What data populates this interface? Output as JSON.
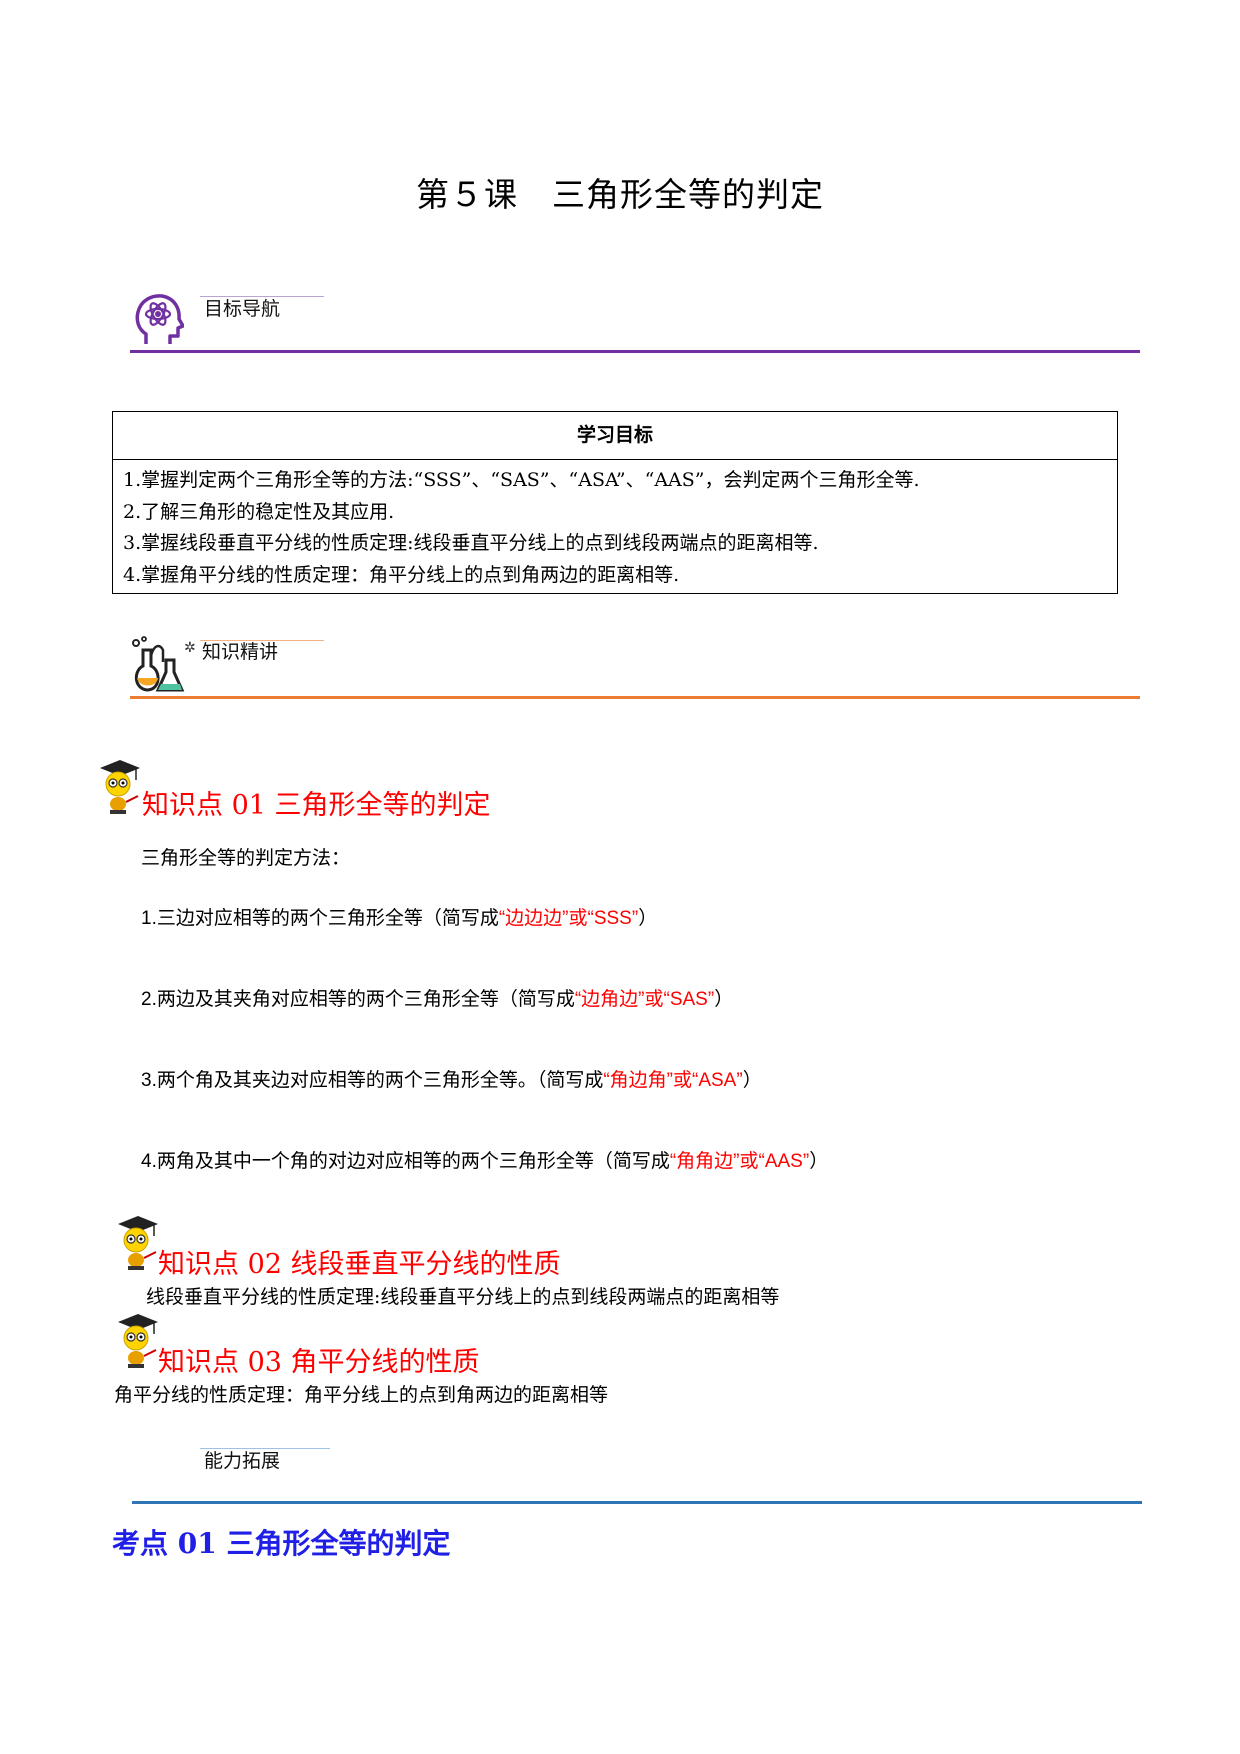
{
  "title": "第５课　三角形全等的判定",
  "sections": {
    "target_nav": "目标导航",
    "knowledge": "知识精讲",
    "ability": "能力拓展"
  },
  "goals": {
    "header": "学习目标",
    "items": [
      "1.掌握判定两个三角形全等的方法:“SSS”、“SAS”、“ASA”、“AAS”，会判定两个三角形全等.",
      "2.了解三角形的稳定性及其应用.",
      "3.掌握线段垂直平分线的性质定理:线段垂直平分线上的点到线段两端点的距离相等.",
      "4.掌握角平分线的性质定理：角平分线上的点到角两边的距离相等."
    ]
  },
  "kp1": {
    "title": "知识点 01  三角形全等的判定",
    "intro": "三角形全等的判定方法：",
    "methods": [
      {
        "text": "1.三边对应相等的两个三角形全等（简写成",
        "abbr": "“边边边”或“SSS”",
        "end": "）"
      },
      {
        "text": "2.两边及其夹角对应相等的两个三角形全等（简写成",
        "abbr": "“边角边”或“SAS”",
        "end": "）"
      },
      {
        "text": "3.两个角及其夹边对应相等的两个三角形全等。（简写成",
        "abbr": "“角边角”或“ASA”",
        "end": "）"
      },
      {
        "text": "4.两角及其中一个角的对边对应相等的两个三角形全等（简写成",
        "abbr": "“角角边”或“AAS”",
        "end": "）"
      }
    ]
  },
  "kp2": {
    "title": "知识点 02  线段垂直平分线的性质",
    "text": "线段垂直平分线的性质定理:线段垂直平分线上的点到线段两端点的距离相等"
  },
  "kp3": {
    "title": "知识点 03  角平分线的性质",
    "text": "角平分线的性质定理：角平分线上的点到角两边的距离相等"
  },
  "exam1": {
    "title": "考点 01   三角形全等的判定"
  },
  "colors": {
    "purple": "#7030a0",
    "orange": "#ed7d31",
    "blue": "#2e75b6",
    "red": "#ff0000",
    "exam_blue": "#1f1fe6"
  },
  "icons": [
    "head-atom-icon",
    "lab-flask-icon",
    "student-mascot-icon"
  ]
}
